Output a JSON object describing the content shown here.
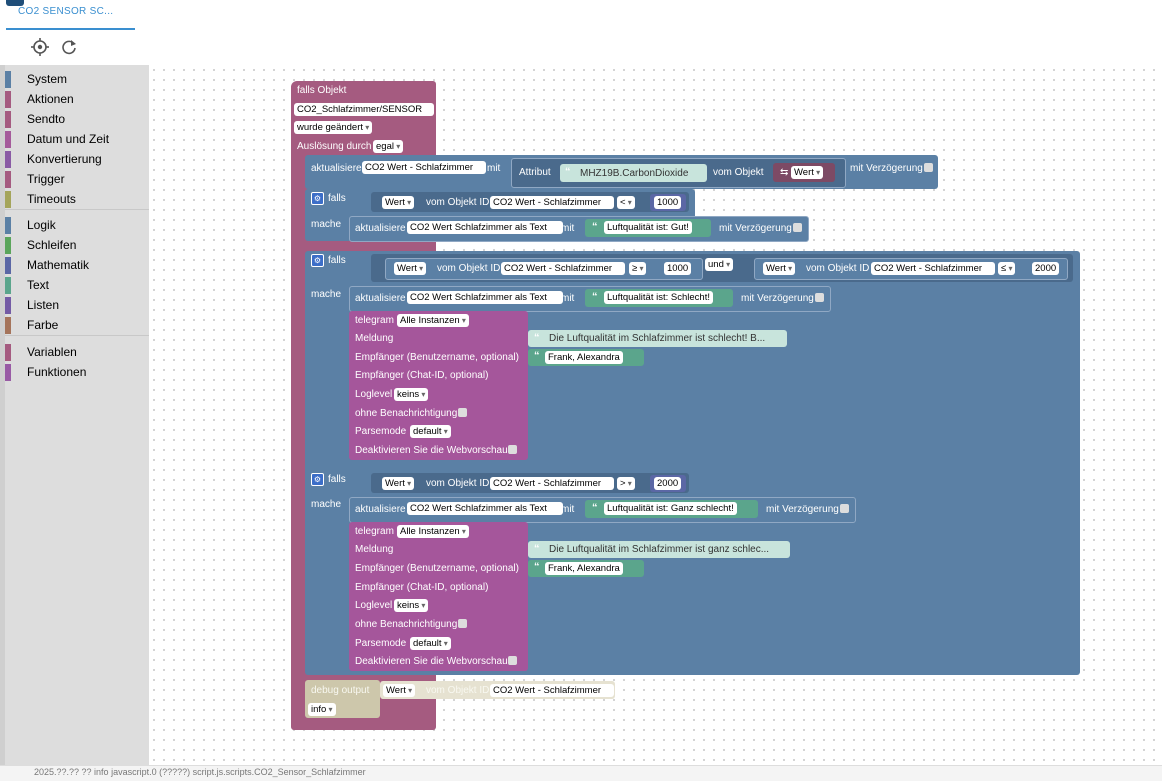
{
  "tab": {
    "title": "CO2 SENSOR SC..."
  },
  "toolbar": {
    "locate_icon": "target-icon",
    "refresh_icon": "refresh-icon"
  },
  "toolbox": {
    "categories": [
      {
        "label": "System",
        "color": "#5b80a5"
      },
      {
        "label": "Aktionen",
        "color": "#a55b80"
      },
      {
        "label": "Sendto",
        "color": "#a55b80"
      },
      {
        "label": "Datum und Zeit",
        "color": "#a55b9b"
      },
      {
        "label": "Konvertierung",
        "color": "#8a5ba5"
      },
      {
        "label": "Trigger",
        "color": "#a55b80"
      },
      {
        "label": "Timeouts",
        "color": "#a5a55b"
      },
      {
        "label": "Logik",
        "color": "#5b80a5"
      },
      {
        "label": "Schleifen",
        "color": "#5ba55b"
      },
      {
        "label": "Mathematik",
        "color": "#5b67a5"
      },
      {
        "label": "Text",
        "color": "#5ba58c"
      },
      {
        "label": "Listen",
        "color": "#745ba5"
      },
      {
        "label": "Farbe",
        "color": "#a5745b"
      },
      {
        "label": "Variablen",
        "color": "#a55b80"
      },
      {
        "label": "Funktionen",
        "color": "#995ba5"
      }
    ]
  },
  "trigger": {
    "title": "falls Objekt",
    "object": "CO2_Schlafzimmer/SENSOR",
    "condition": "wurde geändert",
    "trigger_by_label": "Auslösung durch",
    "trigger_by_value": "egal"
  },
  "update1": {
    "label": "aktualisiere",
    "target": "CO2 Wert - Schlafzimmer",
    "mit": "mit",
    "attr_label": "Attribut",
    "attr_value": "MHZ19B.CarbonDioxide",
    "from_label": "vom Objekt",
    "from_value": "Wert",
    "delay": "mit Verzögerung"
  },
  "if1": {
    "falls": "falls",
    "mache": "mache",
    "wert": "Wert",
    "vom": "vom Objekt ID",
    "obj": "CO2 Wert - Schlafzimmer",
    "op": "<",
    "num": "1000",
    "upd_label": "aktualisiere",
    "upd_target": "CO2 Wert Schlafzimmer als Text",
    "mit": "mit",
    "text": "Luftqualität ist: Gut!",
    "delay": "mit Verzögerung"
  },
  "if2": {
    "falls": "falls",
    "mache": "mache",
    "wert": "Wert",
    "vom": "vom Objekt ID",
    "obj": "CO2 Wert - Schlafzimmer",
    "op1": "≥",
    "num1": "1000",
    "und": "und",
    "op2": "≤",
    "num2": "2000",
    "upd_label": "aktualisiere",
    "upd_target": "CO2 Wert Schlafzimmer als Text",
    "mit": "mit",
    "text": "Luftqualität ist: Schlecht!",
    "delay": "mit Verzögerung",
    "tg": {
      "label": "telegram",
      "instances": "Alle Instanzen",
      "msg_label": "Meldung",
      "msg": "Die Luftqualität im Schlafzimmer ist schlecht! B...",
      "recv_label": "Empfänger (Benutzername, optional)",
      "recv": "Frank, Alexandra",
      "chat_label": "Empfänger (Chat-ID, optional)",
      "log_label": "Loglevel",
      "log": "keins",
      "silent_label": "ohne Benachrichtigung",
      "parse_label": "Parsemode",
      "parse": "default",
      "preview_label": "Deaktivieren Sie die Webvorschau"
    }
  },
  "if3": {
    "falls": "falls",
    "mache": "mache",
    "wert": "Wert",
    "vom": "vom Objekt ID",
    "obj": "CO2 Wert - Schlafzimmer",
    "op": ">",
    "num": "2000",
    "upd_label": "aktualisiere",
    "upd_target": "CO2 Wert Schlafzimmer als Text",
    "mit": "mit",
    "text": "Luftqualität ist: Ganz schlecht!",
    "delay": "mit Verzögerung",
    "tg": {
      "label": "telegram",
      "instances": "Alle Instanzen",
      "msg_label": "Meldung",
      "msg": "Die Luftqualität im Schlafzimmer ist ganz schlec...",
      "recv_label": "Empfänger (Benutzername, optional)",
      "recv": "Frank, Alexandra",
      "chat_label": "Empfänger (Chat-ID, optional)",
      "log_label": "Loglevel",
      "log": "keins",
      "silent_label": "ohne Benachrichtigung",
      "parse_label": "Parsemode",
      "parse": "default",
      "preview_label": "Deaktivieren Sie die Webvorschau"
    }
  },
  "debug": {
    "label": "debug output",
    "wert": "Wert",
    "vom": "vom Objekt ID",
    "obj": "CO2 Wert - Schlafzimmer",
    "level": "info"
  },
  "status": {
    "text": "2025.??.?? ?? info javascript.0 (?????) script.js.scripts.CO2_Sensor_Schlafzimmer"
  }
}
